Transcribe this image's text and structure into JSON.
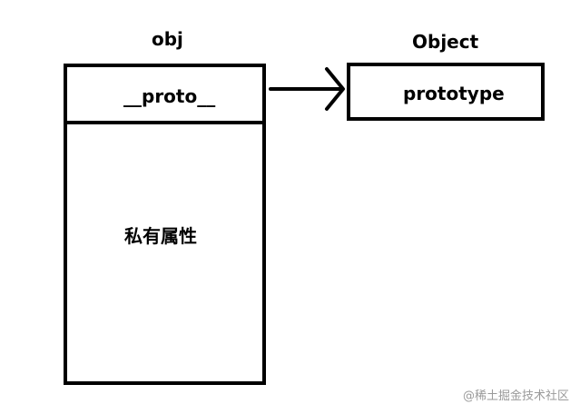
{
  "obj": {
    "title": "obj",
    "proto_label": "__proto__",
    "private_label": "私有属性"
  },
  "object": {
    "title": "Object",
    "prototype_label": "prototype"
  },
  "watermark": "@稀土掘金技术社区"
}
